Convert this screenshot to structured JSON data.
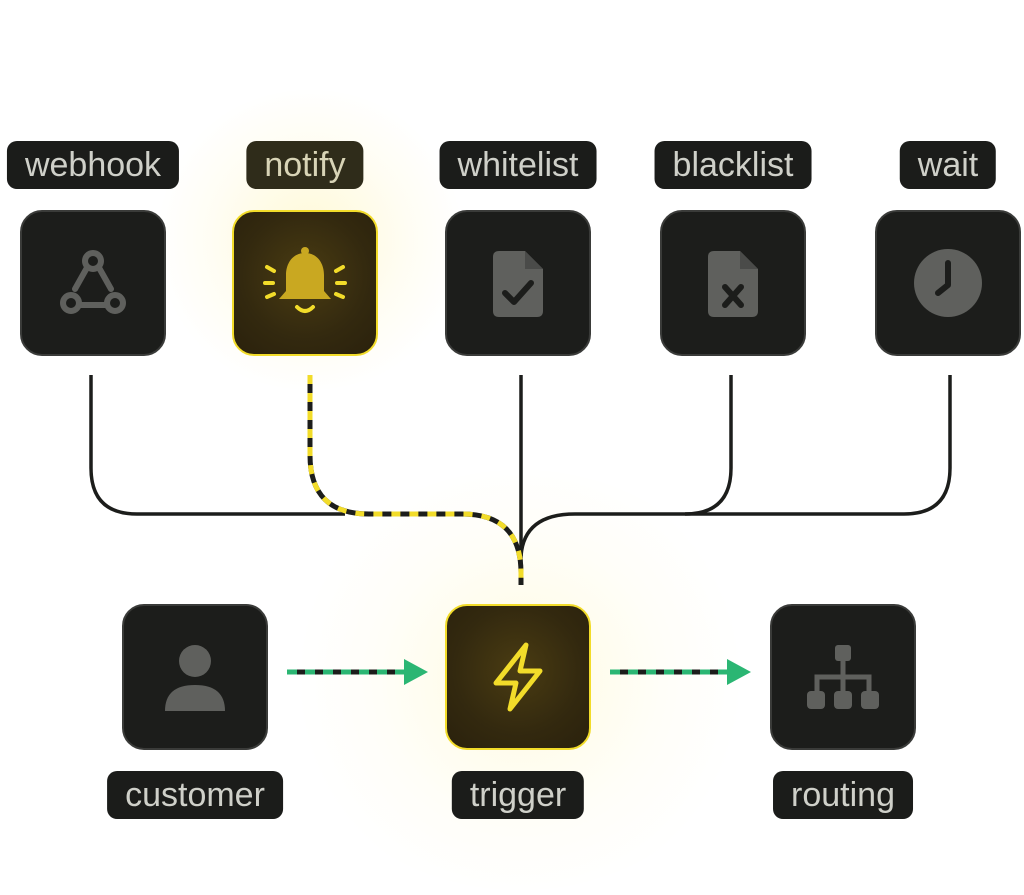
{
  "top_nodes": [
    {
      "id": "webhook",
      "label": "webhook",
      "icon": "webhook-icon",
      "active": false
    },
    {
      "id": "notify",
      "label": "notify",
      "icon": "bell-icon",
      "active": true
    },
    {
      "id": "whitelist",
      "label": "whitelist",
      "icon": "file-check-icon",
      "active": false
    },
    {
      "id": "blacklist",
      "label": "blacklist",
      "icon": "file-x-icon",
      "active": false
    },
    {
      "id": "wait",
      "label": "wait",
      "icon": "clock-icon",
      "active": false
    }
  ],
  "bottom_nodes": [
    {
      "id": "customer",
      "label": "customer",
      "icon": "user-icon",
      "active": false
    },
    {
      "id": "trigger",
      "label": "trigger",
      "icon": "lightning-icon",
      "active": true
    },
    {
      "id": "routing",
      "label": "routing",
      "icon": "sitemap-icon",
      "active": false
    }
  ],
  "colors": {
    "node_bg": "#1c1d1b",
    "label_bg": "#1b1c1a",
    "active_accent": "#f2dc2a",
    "icon_gray": "#5f605d",
    "wire": "#1c1d1b",
    "flow_arrow": "#2bb673"
  }
}
